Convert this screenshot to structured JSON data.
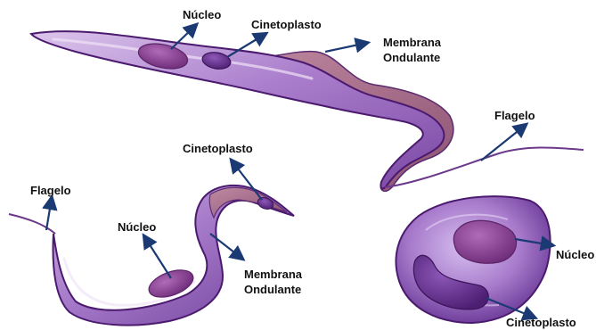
{
  "colors": {
    "body_fill": "#a777c9",
    "body_light": "#d8bde8",
    "body_edge": "#4b1a6e",
    "membrane": "#a66a86",
    "nucleus": "#8a3f93",
    "kinetoplast": "#6b2f91",
    "arrow": "#1b3a73",
    "label": "#111111"
  },
  "trypomastigote": {
    "labels": {
      "nucleus": "Núcleo",
      "kinetoplast": "Cinetoplasto",
      "membrane_line1": "Membrana",
      "membrane_line2": "Ondulante",
      "flagellum": "Flagelo"
    }
  },
  "epimastigote": {
    "labels": {
      "kinetoplast": "Cinetoplasto",
      "flagellum": "Flagelo",
      "nucleus": "Núcleo",
      "membrane_line1": "Membrana",
      "membrane_line2": "Ondulante"
    }
  },
  "amastigote": {
    "labels": {
      "nucleus": "Núcleo",
      "kinetoplast": "Cinetoplasto"
    }
  }
}
